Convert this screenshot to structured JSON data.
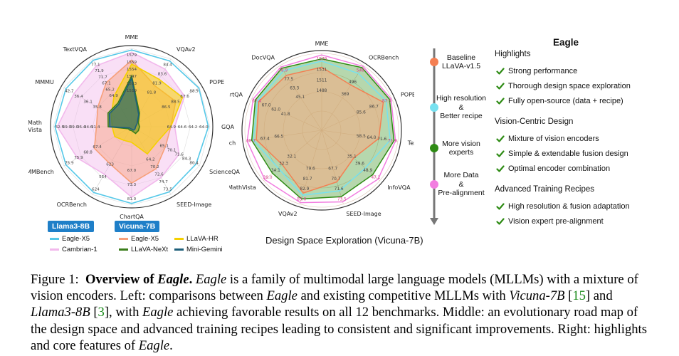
{
  "left_chart": {
    "axes": [
      "MME",
      "VQAv2",
      "POPE",
      "GQA",
      "ScienceQA",
      "SEED-Image",
      "ChartQA",
      "OCRBench",
      "MMBench",
      "Math Vista",
      "MMMU",
      "TextVQA"
    ],
    "tick_values": [
      [
        "1579",
        "1559",
        "1554",
        "1547",
        "1523",
        "1519"
      ],
      [
        "84.4",
        "83.6",
        "81.9",
        "81.8"
      ],
      [
        "88.9",
        "87.6",
        "88.5",
        "86.5"
      ],
      [
        "64.0",
        "64.2",
        "64.6",
        "64.9"
      ],
      [
        "80.4",
        "84.3",
        "71.6",
        "70.1",
        "65.1"
      ],
      [
        "73.5",
        "74.7",
        "72.6",
        "70.2",
        "64.2"
      ],
      [
        "81.0",
        "73.3",
        "67.0"
      ],
      [
        "624",
        "554",
        "623"
      ],
      [
        "75.9",
        "75.9",
        "68.8",
        "67.4"
      ],
      [
        "52.5",
        "49.0",
        "39.0",
        "36.4",
        "34.6",
        "31.4"
      ],
      [
        "42.7",
        "36.4",
        "36.1",
        "35.8"
      ],
      [
        "77.1",
        "71.9",
        "71.7",
        "67.1",
        "65.2",
        "64.9"
      ]
    ],
    "legend_groups": [
      {
        "tag": "Llama3-8B",
        "items": [
          {
            "name": "Eagle-X5",
            "color": "#56c8e8"
          },
          {
            "name": "Cambrian-1",
            "color": "#f2b8ec"
          }
        ]
      },
      {
        "tag": "Vicuna-7B",
        "items": [
          {
            "name": "Eagle-X5",
            "color": "#f7a07a"
          },
          {
            "name": "LLaVA-NeXt",
            "color": "#3a7d1a"
          }
        ]
      },
      {
        "tag": "",
        "items": [
          {
            "name": "LLaVA-HR",
            "color": "#f5d000"
          },
          {
            "name": "Mini-Gemini",
            "color": "#1d5f7a"
          }
        ]
      }
    ]
  },
  "middle_chart": {
    "axes": [
      "MME",
      "OCRBench",
      "POPE",
      "TextVQA",
      "InfoVQA",
      "SEED-Image",
      "VQAv2",
      "MathVista",
      "MMBench",
      "ChartQA",
      "DocVQA"
    ],
    "tick_values": [
      [
        "1579",
        "1531",
        "1511",
        "1488"
      ],
      [
        "548",
        "496",
        "369"
      ],
      [
        "87.9",
        "86.7",
        "85.6"
      ],
      [
        "71.9",
        "71.6",
        "64.0",
        "58.5"
      ],
      [
        "47.1",
        "48.9",
        "39.6",
        "35.1"
      ],
      [
        "73.5",
        "71.6",
        "70.7",
        "67.7"
      ],
      [
        "83.6",
        "82.9",
        "81.7",
        "79.6"
      ],
      [
        "39.0",
        "34.1",
        "32.3",
        "32.1"
      ],
      [
        "68.7",
        "67.4",
        "66.5"
      ],
      [
        "67.4",
        "67.0",
        "62.0",
        "41.8"
      ],
      [
        "78.9",
        "77.5",
        "63.3",
        "45.1"
      ]
    ],
    "title": "Design Space Exploration (Vicuna-7B)"
  },
  "roadmap": {
    "stages": [
      {
        "label": "Baseline\nLLaVA-v1.5",
        "color": "#f47f52"
      },
      {
        "label": "High resolution\n&\nBetter recipe",
        "color": "#77e1f0"
      },
      {
        "label": "More vision\nexperts",
        "color": "#2e8b14"
      },
      {
        "label": "More Data\n&\nPre-alignment",
        "color": "#f27de0"
      }
    ]
  },
  "highlights": {
    "title": "Eagle",
    "sections": [
      {
        "heading": "Highlights",
        "items": [
          "Strong performance",
          "Thorough design space exploration",
          "Fully open-source (data + recipe)"
        ]
      },
      {
        "heading": "Vision-Centric Design",
        "items": [
          "Mixture of vision encoders",
          "Simple & extendable fusion design",
          "Optimal encoder combination"
        ]
      },
      {
        "heading": "Advanced Training Recipes",
        "items": [
          "High resolution & fusion adaptation",
          "Vision expert pre-alignment"
        ]
      }
    ],
    "check_color": "#2e8b14"
  },
  "caption": {
    "label": "Figure 1:",
    "bold_title": "Overview of ",
    "bold_italic": "Eagle",
    "period": ".",
    "s1_italic": "Eagle",
    "s1": " is a family of multimodal large language models (MLLMs) with a mixture of vision encoders. Left: comparisons between ",
    "s2_italic": "Eagle",
    "s2": " and existing competitive MLLMs with ",
    "s3_italic": "Vicuna-7B",
    "cite1": "15",
    "s4": " and ",
    "s5_italic": "Llama3-8B",
    "cite2": "3",
    "s6": ", with ",
    "s7_italic": "Eagle",
    "s8": " achieving favorable results on all 12 benchmarks. Middle: an evolutionary road map of the design space and advanced training recipes leading to consistent and significant improvements. Right: highlights and core features of ",
    "s9_italic": "Eagle",
    "s10": "."
  }
}
